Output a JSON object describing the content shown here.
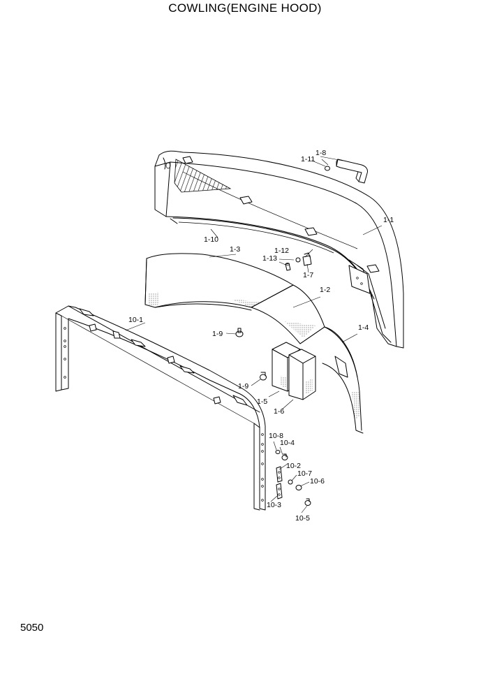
{
  "title": "COWLING(ENGINE HOOD)",
  "page_number": "5050",
  "callouts": [
    "1-1",
    "1-2",
    "1-3",
    "1-4",
    "1-5",
    "1-6",
    "1-7",
    "1-8",
    "1-9",
    "1-9",
    "1-10",
    "1-11",
    "1-12",
    "1-13",
    "10-1",
    "10-2",
    "10-3",
    "10-4",
    "10-5",
    "10-6",
    "10-7",
    "10-8"
  ]
}
